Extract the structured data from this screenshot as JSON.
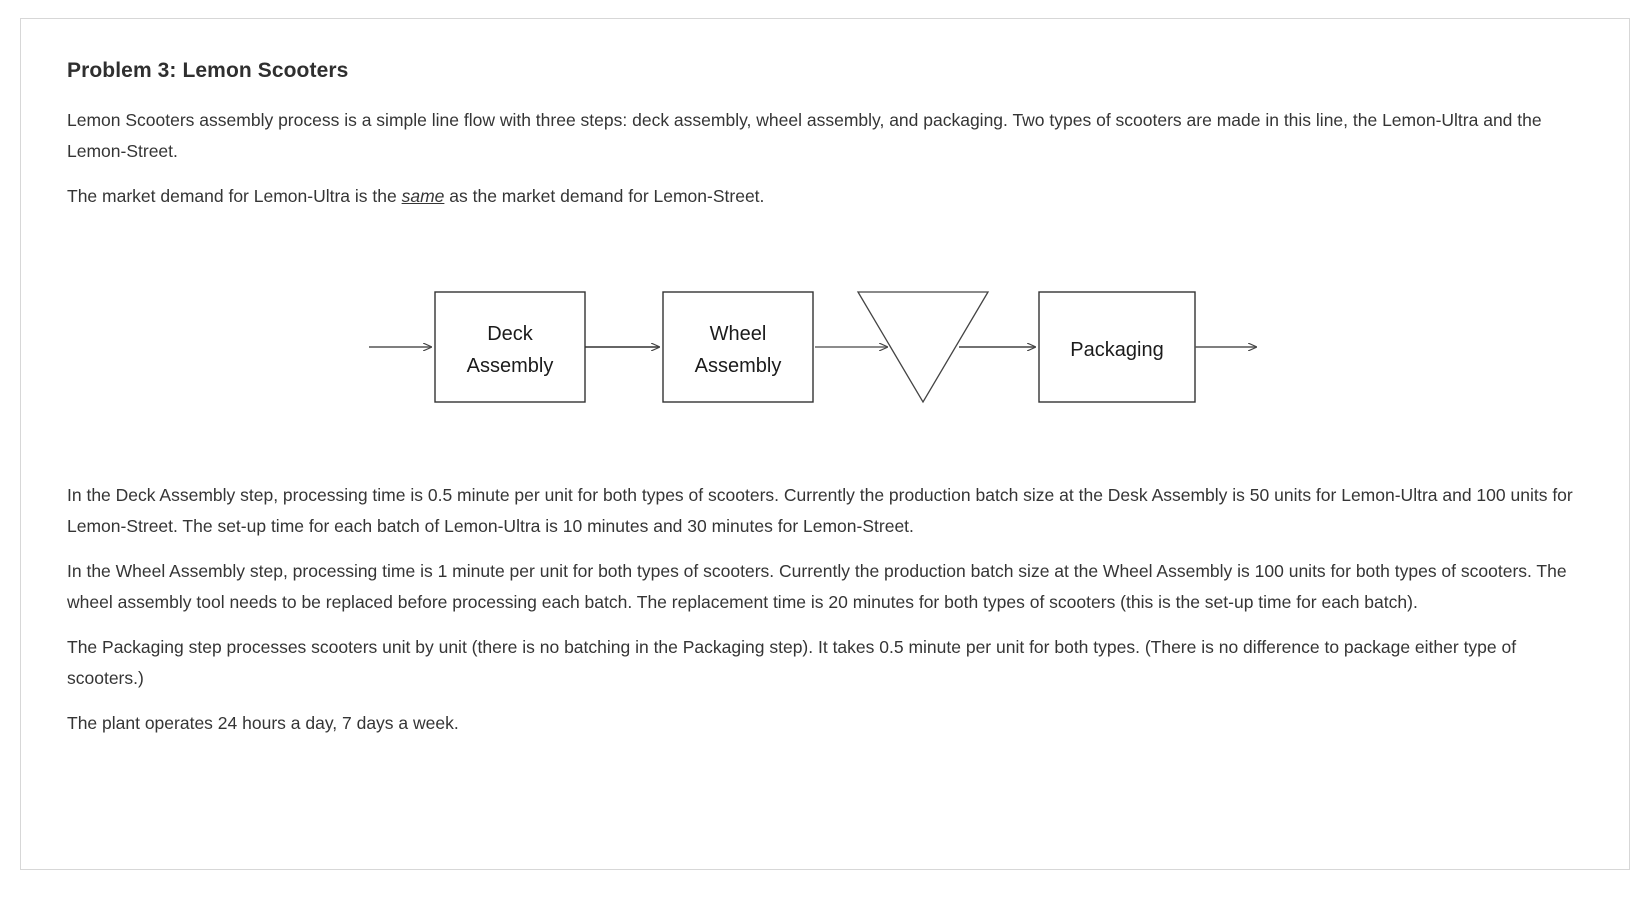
{
  "document": {
    "title": "Problem 3: Lemon Scooters",
    "paragraphs": {
      "intro_1": "Lemon Scooters assembly process is a simple line flow with three steps:  deck assembly, wheel assembly, and packaging.  Two types of scooters are made in this line, the Lemon-Ultra and the Lemon-Street.",
      "demand_prefix": "The market demand for Lemon-Ultra is the ",
      "demand_emphasis": "same",
      "demand_suffix": " as the market demand for Lemon-Street.",
      "deck_assembly": "In the Deck Assembly step, processing time is 0.5 minute per unit for both types of scooters. Currently the production batch size at the Desk Assembly is 50 units for Lemon-Ultra and 100 units for Lemon-Street.  The set-up time for each batch of Lemon-Ultra is 10 minutes and 30 minutes for Lemon-Street.",
      "wheel_assembly": "In the Wheel Assembly step, processing time is 1 minute per unit for both types of scooters. Currently the production batch size at the Wheel Assembly is 100 units for both types of scooters. The wheel assembly tool needs to be replaced before processing each batch. The replacement time is 20 minutes for both types of scooters (this is the set-up time for each batch).",
      "packaging": "The Packaging step processes scooters unit by unit (there is no batching in the Packaging step). It takes 0.5 minute per unit for both types. (There is no difference to package either type of scooters.)",
      "operating_hours": "The plant operates 24 hours a day, 7 days a week."
    }
  },
  "diagram": {
    "type": "process-flow",
    "nodes": [
      {
        "id": "deck",
        "shape": "rectangle",
        "line1": "Deck",
        "line2": "Assembly"
      },
      {
        "id": "wheel",
        "shape": "rectangle",
        "line1": "Wheel",
        "line2": "Assembly"
      },
      {
        "id": "buffer",
        "shape": "inverted-triangle",
        "line1": "",
        "line2": ""
      },
      {
        "id": "packaging",
        "shape": "rectangle",
        "line1": "Packaging",
        "line2": ""
      }
    ],
    "arrows": [
      {
        "from": "input",
        "to": "deck"
      },
      {
        "from": "deck",
        "to": "wheel"
      },
      {
        "from": "wheel",
        "to": "buffer"
      },
      {
        "from": "buffer",
        "to": "packaging"
      },
      {
        "from": "packaging",
        "to": "output"
      }
    ]
  },
  "colors": {
    "page_border": "#d7d7d7",
    "text": "#353535",
    "heading": "#2f2f2f",
    "diagram_stroke": "#333333",
    "background": "#ffffff"
  }
}
